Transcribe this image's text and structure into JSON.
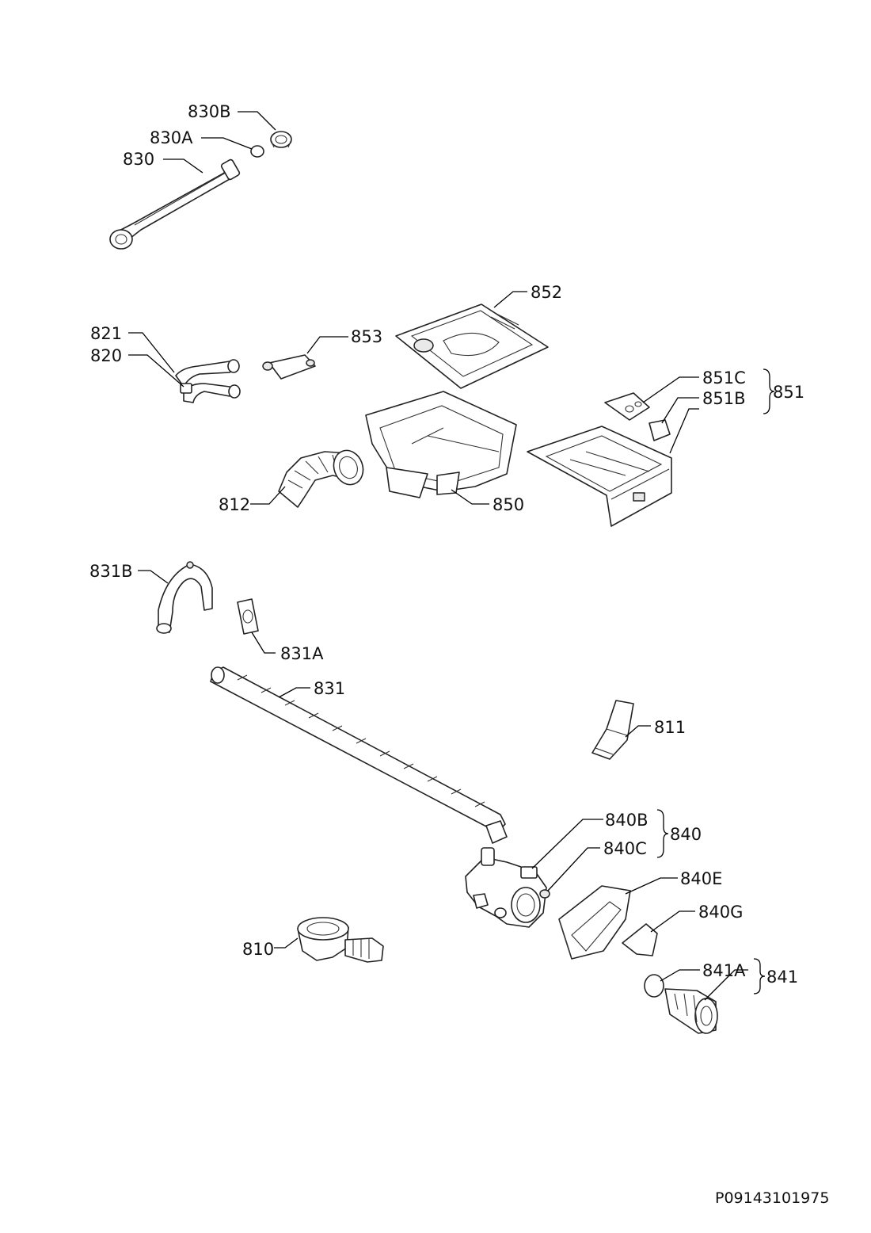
{
  "labels": {
    "l830B": "830B",
    "l830A": "830A",
    "l830": "830",
    "l852": "852",
    "l853": "853",
    "l821": "821",
    "l820": "820",
    "l851C": "851C",
    "l851B": "851B",
    "l851": "851",
    "l812": "812",
    "l850": "850",
    "l831B": "831B",
    "l831A": "831A",
    "l831": "831",
    "l811": "811",
    "l840B": "840B",
    "l840C": "840C",
    "l840": "840",
    "l840E": "840E",
    "l840G": "840G",
    "l810": "810",
    "l841A": "841A",
    "l841": "841"
  },
  "document_code": "P09143101975"
}
